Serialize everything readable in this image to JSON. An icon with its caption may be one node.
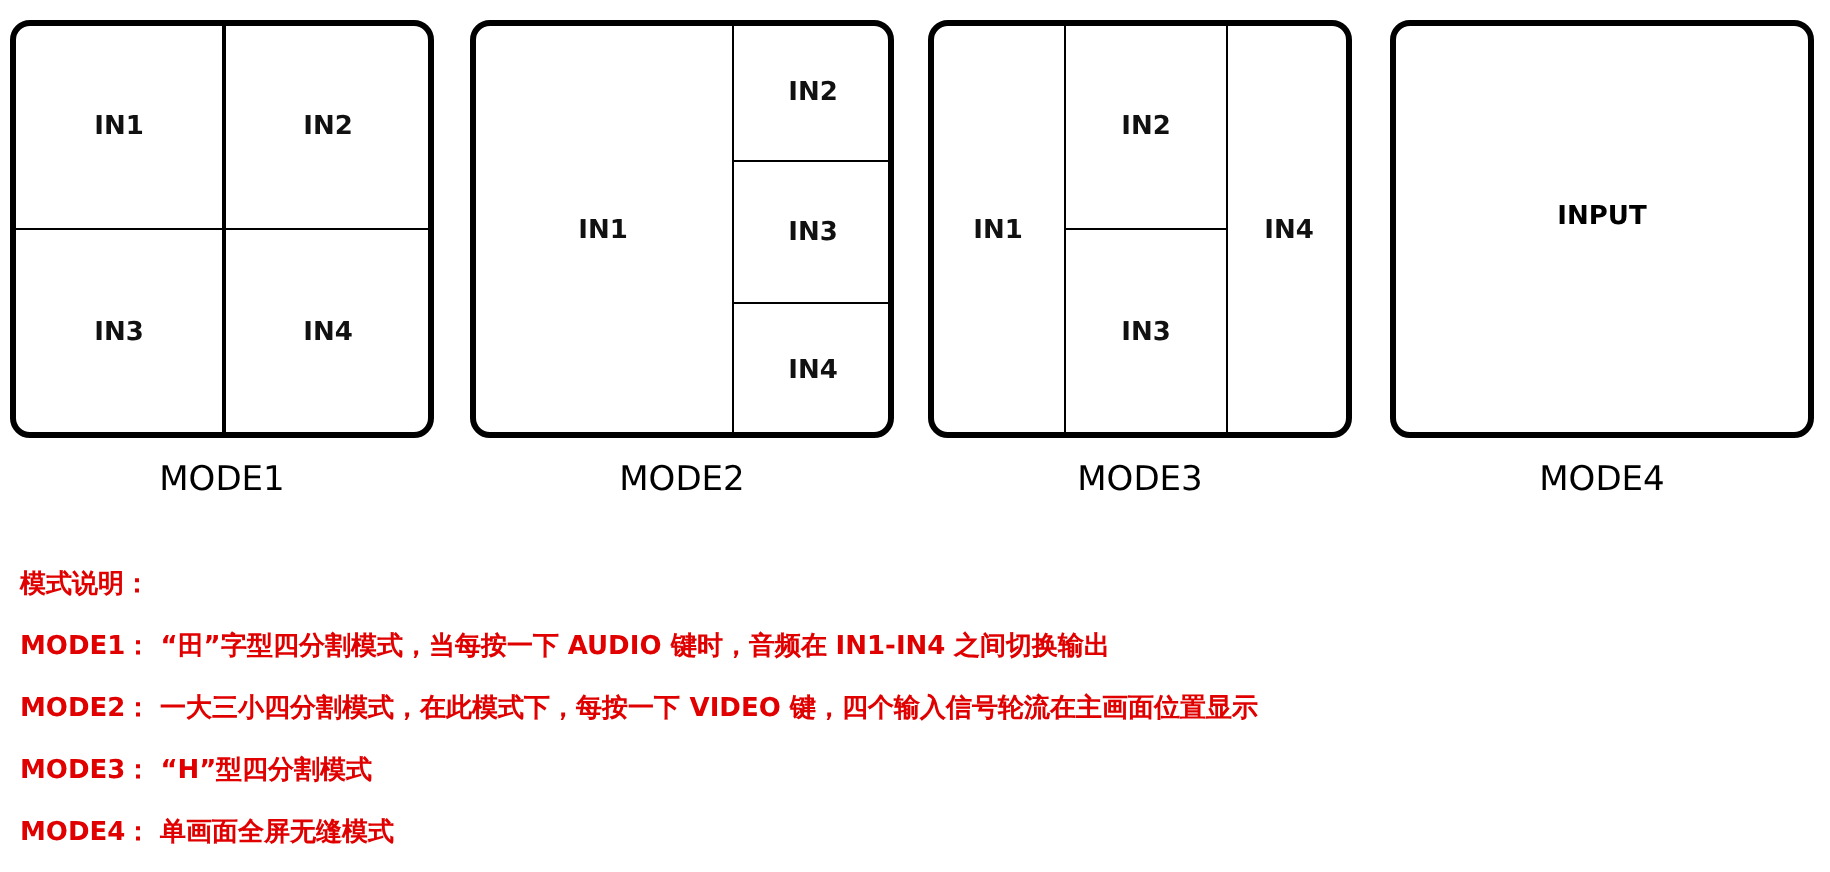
{
  "diagram": {
    "nodes": [
      {
        "text": [
          "MODE1"
        ]
      },
      {
        "text": [
          "IN1"
        ],
        "in": 0
      },
      {
        "text": [
          "IN2"
        ],
        "in": 0
      },
      {
        "text": [
          "IN3"
        ],
        "in": 0
      },
      {
        "text": [
          "IN4"
        ],
        "in": 0
      },
      {
        "text": [
          "MODE2"
        ]
      },
      {
        "text": [
          "IN1"
        ],
        "in": 5
      },
      {
        "text": [
          "IN2"
        ],
        "in": 5
      },
      {
        "text": [
          "IN3"
        ],
        "in": 5
      },
      {
        "text": [
          "IN4"
        ],
        "in": 5
      },
      {
        "text": [
          "MODE3"
        ]
      },
      {
        "text": [
          "IN1"
        ],
        "in": 10
      },
      {
        "text": [
          "IN2"
        ],
        "in": 10
      },
      {
        "text": [
          "IN3"
        ],
        "in": 10
      },
      {
        "text": [
          "IN4"
        ],
        "in": 10
      },
      {
        "text": [
          "INPUT",
          "MODE4"
        ]
      }
    ],
    "edges": [],
    "labels": [
      "模式说明：",
      "MODE1： “田”字型四分割模式，当每按一下 AUDIO 键时，音频在 IN1-IN4 之间切换输出",
      "MODE2： 一大三小四分割模式，在此模式下，每按一下 VIDEO 键，四个输入信号轮流在主画面位置显示",
      "MODE3： “H”型四分割模式",
      "MODE4： 单画面全屏无缝模式"
    ]
  }
}
